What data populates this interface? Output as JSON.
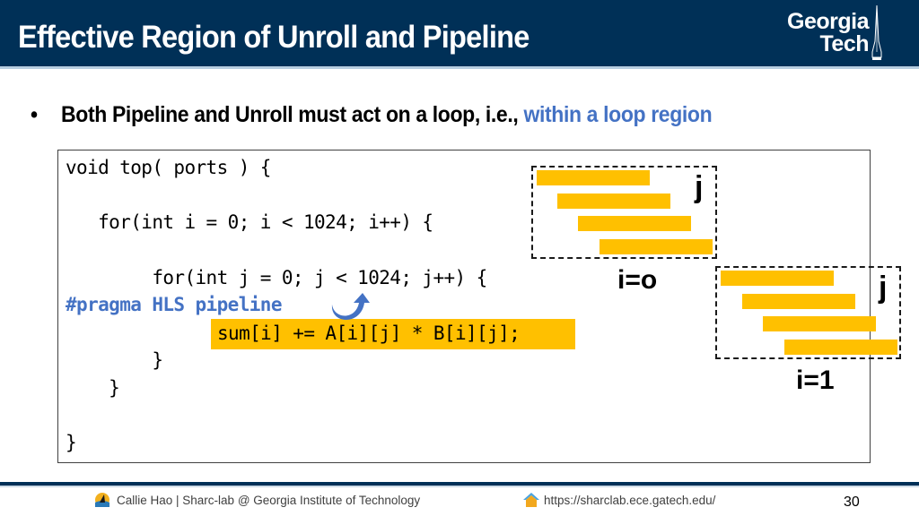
{
  "header": {
    "title": "Effective Region of Unroll and Pipeline",
    "logo_line1": "Georgia",
    "logo_line2": "Tech"
  },
  "bullet": {
    "text": "Both Pipeline and Unroll must act on a loop, i.e., ",
    "accent": "within a loop region"
  },
  "code": {
    "lines": [
      "void top( ports ) {",
      "   for(int i = 0; i < 1024; i++) {",
      "        for(int j = 0; j < 1024; j++) {",
      "#pragma HLS pipeline",
      "sum[i] += A[i][j] * B[i][j];",
      "        }",
      "    }",
      "}"
    ]
  },
  "diagram": {
    "box1": {
      "loop_label": "j",
      "iter_label": "i=o"
    },
    "box2": {
      "loop_label": "j",
      "iter_label": "i=1"
    },
    "bar_color": "#ffc000"
  },
  "footer": {
    "author": "Callie Hao | Sharc-lab @ Georgia Institute of Technology",
    "url": "https://sharclab.ece.gatech.edu/",
    "page": "30"
  },
  "colors": {
    "header_bg": "#003057",
    "accent_blue": "#4472c4",
    "highlight": "#ffc000"
  }
}
